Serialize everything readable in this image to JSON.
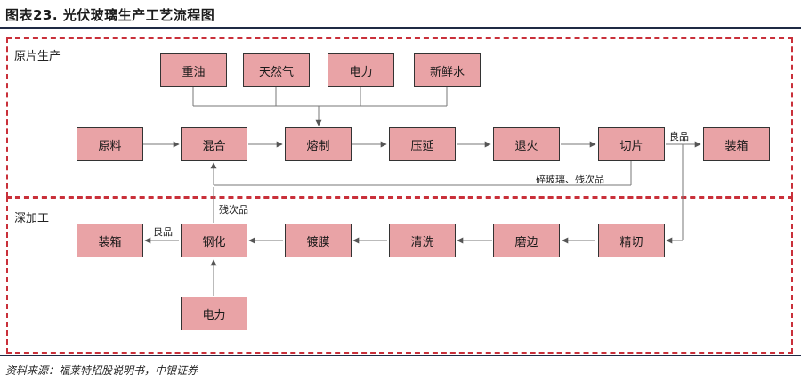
{
  "title": "图表23. 光伏玻璃生产工艺流程图",
  "source": "资料来源：福莱特招股说明书，中银证券",
  "sections": {
    "raw_production": "原片生产",
    "deep_processing": "深加工"
  },
  "nodes": {
    "heavy_oil": "重油",
    "natural_gas": "天然气",
    "electricity_top": "电力",
    "fresh_water": "新鲜水",
    "raw_material": "原料",
    "mixing": "混合",
    "melting": "熔制",
    "calendering": "压延",
    "annealing": "退火",
    "cutting": "切片",
    "packing_top": "装箱",
    "fine_cutting": "精切",
    "edging": "磨边",
    "cleaning": "清洗",
    "coating": "镀膜",
    "tempering": "钢化",
    "packing_bottom": "装箱",
    "electricity_bottom": "电力"
  },
  "edge_labels": {
    "good_top": "良品",
    "broken_defective": "碎玻璃、残次品",
    "defective": "残次品",
    "good_bottom": "良品"
  }
}
